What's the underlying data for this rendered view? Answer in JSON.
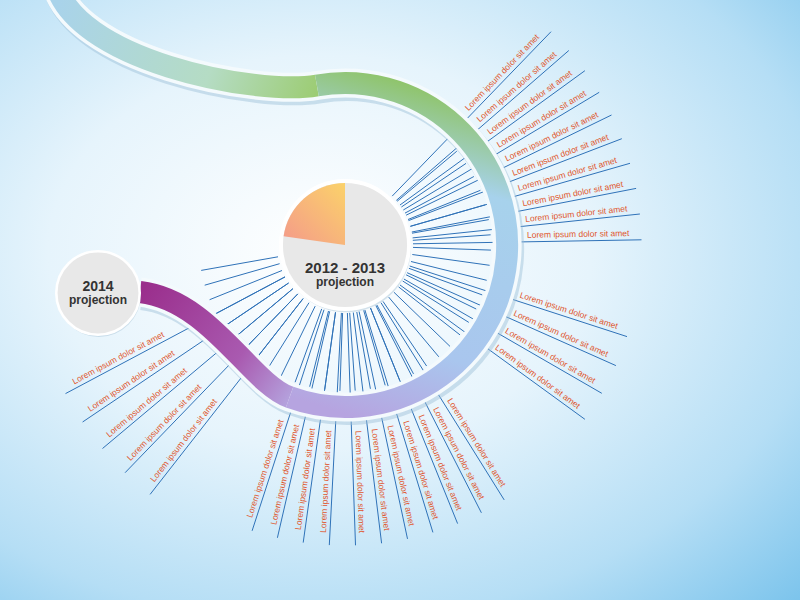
{
  "diagram": {
    "nodes": [
      {
        "text": [
          "2012 - 2013",
          "projection"
        ]
      },
      {
        "text": [
          "2014",
          "projection"
        ]
      }
    ],
    "labels": [
      "Lorem ipsum dolor sit amet",
      "Lorem ipsum dolor sit amet",
      "Lorem ipsum dolor sit amet",
      "Lorem ipsum dolor sit amet",
      "Lorem ipsum dolor sit amet",
      "Lorem ipsum dolor sit amet",
      "Lorem ipsum dolor sit amet",
      "Lorem ipsum dolor sit amet",
      "Lorem ipsum dolor sit amet",
      "Lorem ipsum dolor sit amet",
      "Lorem ipsum dolor sit amet",
      "Lorem ipsum dolor sit amet",
      "Lorem ipsum dolor sit amet",
      "Lorem ipsum dolor sit amet",
      "Lorem ipsum dolor sit amet",
      "Lorem ipsum dolor sit amet",
      "Lorem ipsum dolor sit amet",
      "Lorem ipsum dolor sit amet",
      "Lorem ipsum dolor sit amet",
      "Lorem ipsum dolor sit amet",
      "Lorem ipsum dolor sit amet",
      "Lorem ipsum dolor sit amet",
      "Lorem ipsum dolor sit amet",
      "Lorem ipsum dolor sit amet",
      "Lorem ipsum dolor sit amet",
      "Lorem ipsum dolor sit amet",
      "Lorem ipsum dolor sit amet",
      "Lorem ipsum dolor sit amet",
      "Lorem ipsum dolor sit amet",
      "Lorem ipsum dolor sit amet"
    ]
  }
}
